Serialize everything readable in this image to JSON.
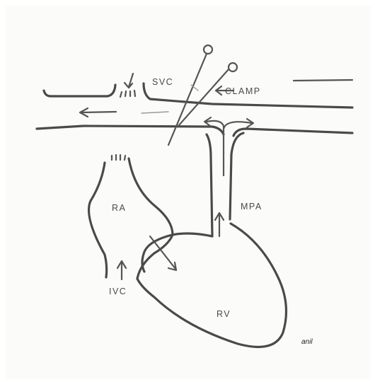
{
  "labels": {
    "svc": "SVC",
    "clamp": "CLAMP",
    "ra": "RA",
    "mpa": "MPA",
    "ivc": "IVC",
    "rv": "RV"
  },
  "signature": "anil",
  "colors": {
    "ink": "#4a4a4a",
    "paper": "#fbfbfa"
  }
}
